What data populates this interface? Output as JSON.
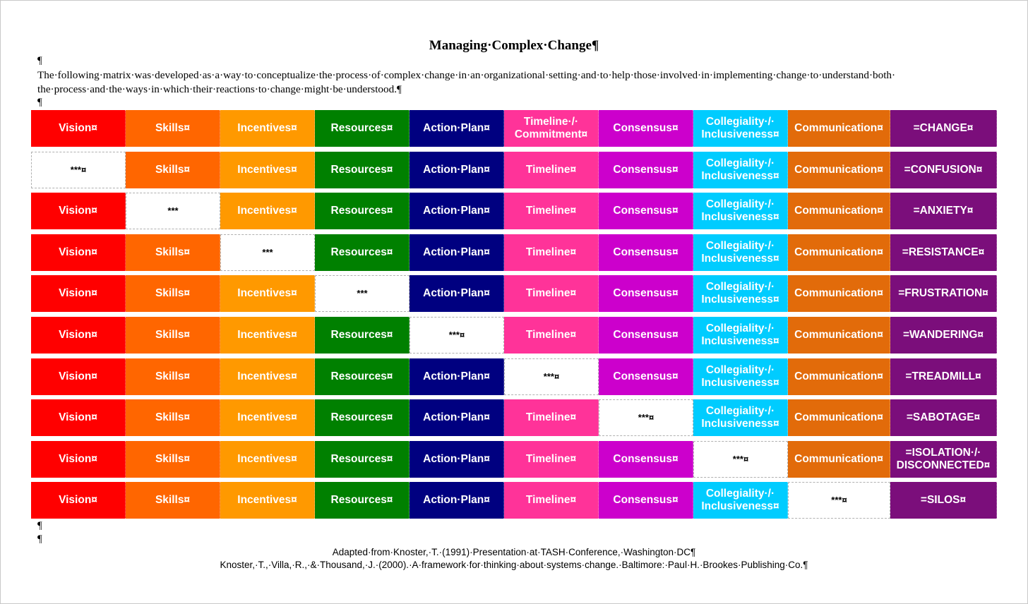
{
  "title": "Managing·Complex·Change¶",
  "pilcrow": "¶",
  "intro_line1": "The·following·matrix·was·developed·as·a·way·to·conceptualize·the·process·of·complex·change·in·an·organizational·setting·and·to·help·those·involved·in·implementing·change·to·understand·both·",
  "intro_line2": "the·process·and·the·ways·in·which·their·reactions·to·change·might·be·understood.¶",
  "columns": [
    {
      "key": "vision",
      "color": "#ff0000"
    },
    {
      "key": "skills",
      "color": "#ff6600"
    },
    {
      "key": "incentives",
      "color": "#ff9900"
    },
    {
      "key": "resources",
      "color": "#008000"
    },
    {
      "key": "action-plan",
      "color": "#000080"
    },
    {
      "key": "timeline",
      "color": "#ff3399"
    },
    {
      "key": "consensus",
      "color": "#cc00cc"
    },
    {
      "key": "collegiality",
      "color": "#00ccff"
    },
    {
      "key": "communication",
      "color": "#e26b0a"
    },
    {
      "key": "outcome",
      "color": "#7b0e7b"
    }
  ],
  "rows": [
    [
      "Vision¤",
      "Skills¤",
      "Incentives¤",
      "Resources¤",
      "Action·Plan¤",
      "Timeline·/·\nCommitment¤",
      "Consensus¤",
      "Collegiality·/·\nInclusiveness¤",
      "Communication¤",
      "=CHANGE¤"
    ],
    [
      "***¤",
      "Skills¤",
      "Incentives¤",
      "Resources¤",
      "Action·Plan¤",
      "Timeline¤",
      "Consensus¤",
      "Collegiality·/·\nInclusiveness¤",
      "Communication¤",
      "=CONFUSION¤"
    ],
    [
      "Vision¤",
      "***",
      "Incentives¤",
      "Resources¤",
      "Action·Plan¤",
      "Timeline¤",
      "Consensus¤",
      "Collegiality·/·\nInclusiveness¤",
      "Communication¤",
      "=ANXIETY¤"
    ],
    [
      "Vision¤",
      "Skills¤",
      "***",
      "Resources¤",
      "Action·Plan¤",
      "Timeline¤",
      "Consensus¤",
      "Collegiality·/·\nInclusiveness¤",
      "Communication¤",
      "=RESISTANCE¤"
    ],
    [
      "Vision¤",
      "Skills¤",
      "Incentives¤",
      "***",
      "Action·Plan¤",
      "Timeline¤",
      "Consensus¤",
      "Collegiality·/·\nInclusiveness¤",
      "Communication¤",
      "=FRUSTRATION¤"
    ],
    [
      "Vision¤",
      "Skills¤",
      "Incentives¤",
      "Resources¤",
      "***¤",
      "Timeline¤",
      "Consensus¤",
      "Collegiality·/·\nInclusiveness¤",
      "Communication¤",
      "=WANDERING¤"
    ],
    [
      "Vision¤",
      "Skills¤",
      "Incentives¤",
      "Resources¤",
      "Action·Plan¤",
      "***¤",
      "Consensus¤",
      "Collegiality·/·\nInclusiveness¤",
      "Communication¤",
      "=TREADMILL¤"
    ],
    [
      "Vision¤",
      "Skills¤",
      "Incentives¤",
      "Resources¤",
      "Action·Plan¤",
      "Timeline¤",
      "***¤",
      "Collegiality·/·\nInclusiveness¤",
      "Communication¤",
      "=SABOTAGE¤"
    ],
    [
      "Vision¤",
      "Skills¤",
      "Incentives¤",
      "Resources¤",
      "Action·Plan¤",
      "Timeline¤",
      "Consensus¤",
      "***¤",
      "Communication¤",
      "=ISOLATION·/·\nDISCONNECTED¤"
    ],
    [
      "Vision¤",
      "Skills¤",
      "Incentives¤",
      "Resources¤",
      "Action·Plan¤",
      "Timeline¤",
      "Consensus¤",
      "Collegiality·/·\nInclusiveness¤",
      "***¤",
      "=SILOS¤"
    ]
  ],
  "footer_line1": "Adapted·from·Knoster,·T.·(1991)·Presentation·at·TASH·Conference,·Washington·DC¶",
  "footer_line2": "Knoster,·T.,·Villa,·R.,·&·Thousand,·J.·(2000).·A·framework·for·thinking·about·systems·change.·Baltimore:·Paul·H.·Brookes·Publishing·Co.¶"
}
